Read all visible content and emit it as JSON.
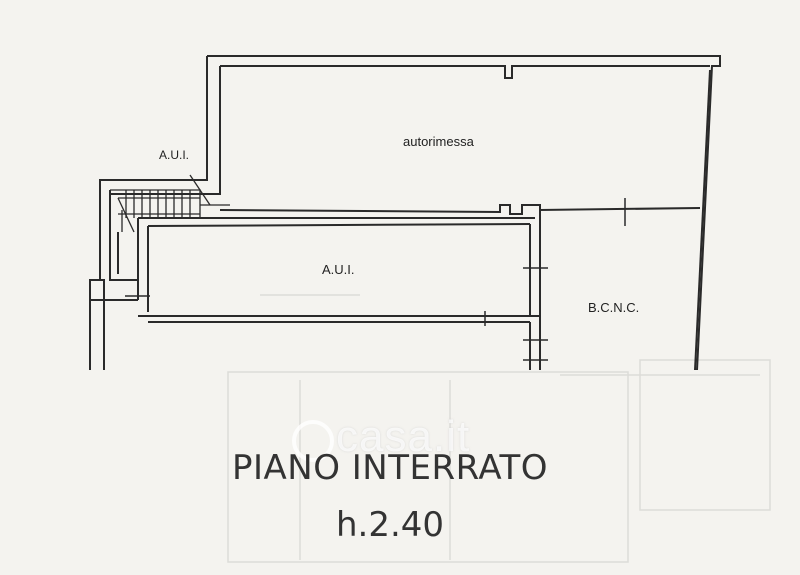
{
  "plan": {
    "rooms": {
      "garage": "autorimessa",
      "aui_stair": "A.U.I.",
      "aui_main": "A.U.I.",
      "bcnc": "B.C.N.C."
    }
  },
  "title": {
    "main": "PIANO INTERRATO",
    "height": "h.2.40"
  },
  "watermark": "casa.it",
  "colors": {
    "wall": "#2a2a2a",
    "background": "#f4f3ef",
    "ghost": "#d9d9d6"
  }
}
